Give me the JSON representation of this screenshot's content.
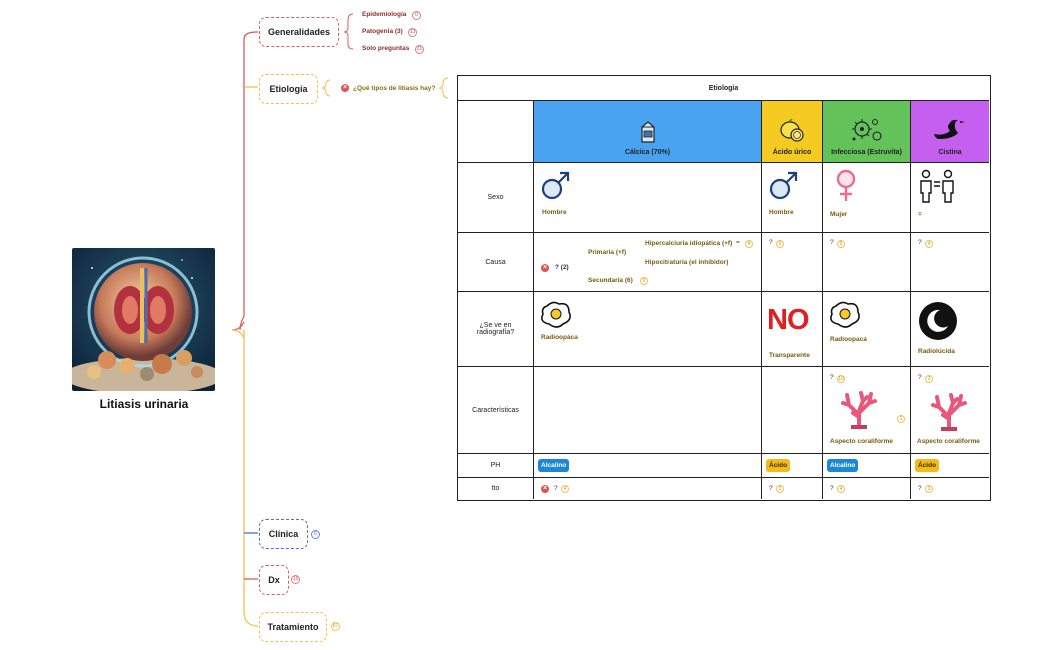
{
  "root": {
    "title": "Litiasis urinaria",
    "image": "kidney-stones-illustration"
  },
  "topics": {
    "generalidades": {
      "label": "Generalidades",
      "children": [
        {
          "label": "Epidemiología",
          "count": "0"
        },
        {
          "label": "Patogenia (3)",
          "count": "13"
        },
        {
          "label": "Solo preguntas",
          "count": "21"
        }
      ]
    },
    "etiologia": {
      "label": "Etiología",
      "question": "¿Qué tipos de litiasis hay?"
    },
    "clinica": {
      "label": "Clínica",
      "count": "6"
    },
    "dx": {
      "label": "Dx",
      "count": "15"
    },
    "tratamiento": {
      "label": "Tratamiento",
      "count": "67"
    }
  },
  "table": {
    "title": "Etiología",
    "columns": [
      {
        "label": "Cálcica (70%)",
        "color": "#4aa3f0",
        "icon": "milk-carton-icon"
      },
      {
        "label": "Ácido úrico",
        "color": "#f5cb22",
        "icon": "lemon-icon"
      },
      {
        "label": "Infecciosa (Estruvita)",
        "color": "#63c35a",
        "icon": "bacteria-icon"
      },
      {
        "label": "Cistina",
        "color": "#c45ff0",
        "icon": "swan-icon"
      }
    ],
    "rows": {
      "sexo": {
        "label": "Sexo",
        "cells": [
          "Hombre",
          "Hombre",
          "Mujer",
          "="
        ]
      },
      "causa": {
        "label": "Causa",
        "calcica": {
          "root": "? (2)",
          "primaria": "Primaria (+f)",
          "hipercalciuria": "Hipercalciuria idiopática (+f)",
          "equals": "=",
          "equals_count": "4",
          "hipocitraturia": "Hipocitraturia (el inhibidor)",
          "secundaria": "Secundaria (6)"
        },
        "others": [
          "?",
          "?",
          "?"
        ],
        "other_counts": [
          "5",
          "5",
          "4"
        ]
      },
      "radiografia": {
        "label": "¿Se ve en radiografía?",
        "cells": [
          "Radioopáca",
          "Transparente",
          "Radioopaca",
          "Radiolúcida"
        ],
        "no_text": "NO"
      },
      "caracteristicas": {
        "label": "Características",
        "cells": [
          "",
          "",
          "Aspecto coraliforme",
          "Aspecto coraliforme"
        ],
        "q_labels": [
          "?",
          "?"
        ],
        "q_counts": [
          "10",
          "3"
        ],
        "side_count": "1"
      },
      "ph": {
        "label": "PH",
        "cells": [
          "Alcalino",
          "Ácido",
          "Alcalino",
          "Ácido"
        ]
      },
      "tto": {
        "label": "tto",
        "cells": [
          "?",
          "?",
          "?",
          "?"
        ],
        "counts": [
          "4",
          "3",
          "4",
          "3"
        ]
      }
    }
  },
  "colors": {
    "red_branch": "#e15a5a",
    "orange_branch": "#f2c04e",
    "blue_branch": "#4a6fd6",
    "alcalino": "#1d86d8",
    "acido": "#f2bb1a"
  }
}
